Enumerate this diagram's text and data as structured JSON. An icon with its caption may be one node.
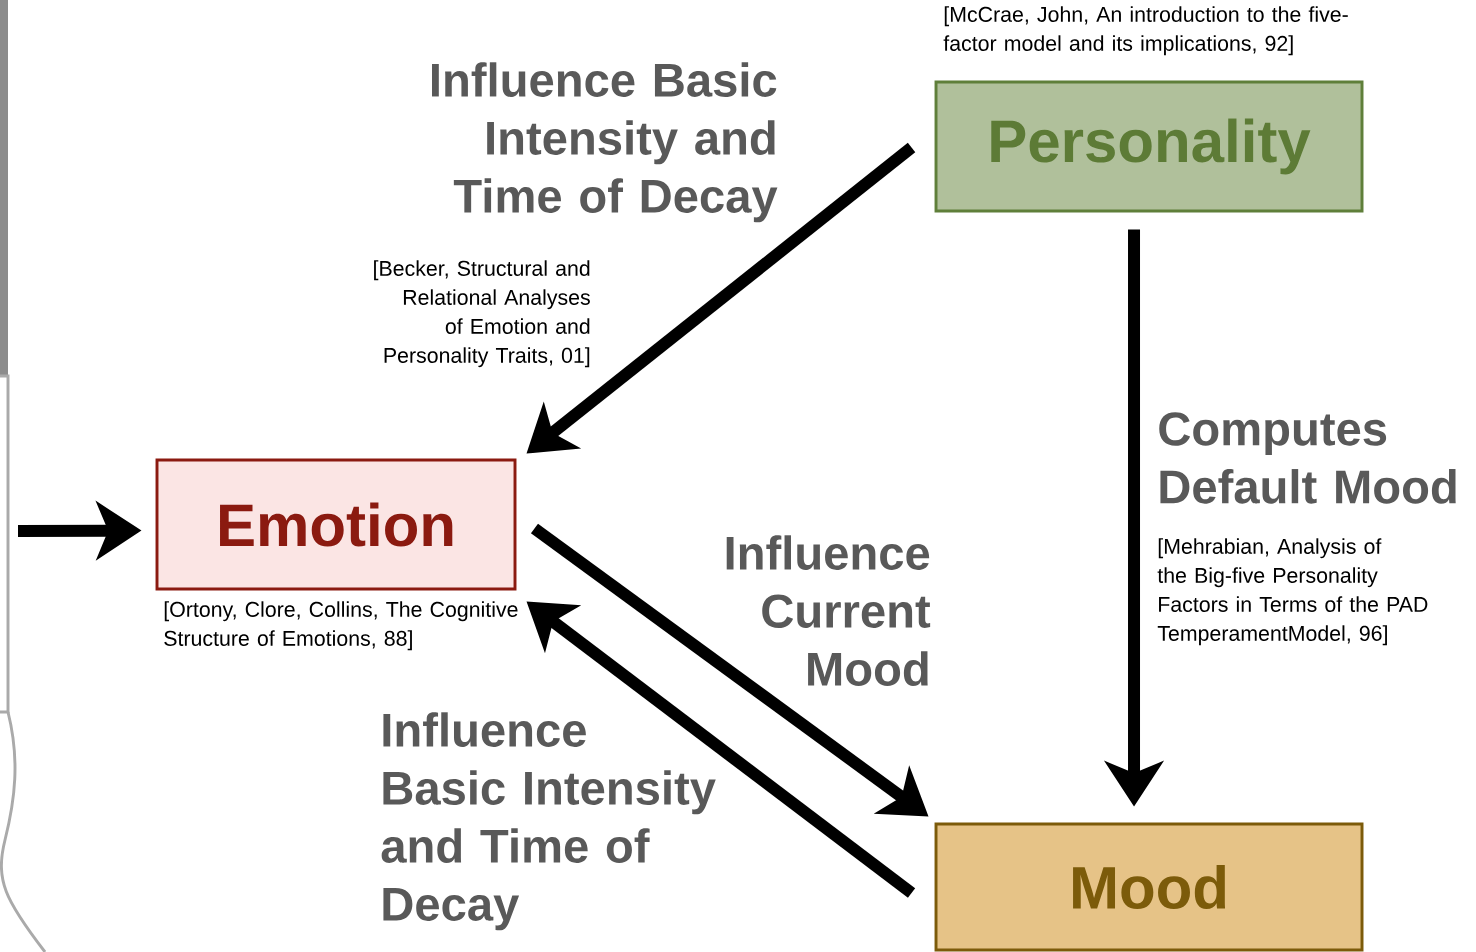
{
  "diagram": {
    "nodes": [
      {
        "text": [
          "Personality"
        ],
        "beside": [
          "[McCrae, John, An introduction to the five-factor model and its implications, 92]"
        ]
      },
      {
        "text": [
          "Emotion"
        ],
        "beside": [
          "[Ortony, Clore, Collins, The Cognitive Structure of Emotions, 88]"
        ]
      },
      {
        "text": [
          "Mood"
        ]
      }
    ],
    "edges": [
      {
        "from": null,
        "to": 1,
        "arrow": "to"
      },
      {
        "from": 0,
        "to": 1,
        "arrow": "to",
        "label": "Influence Basic Intensity and Time of Decay"
      },
      {
        "from": 1,
        "to": 2,
        "arrow": "to",
        "label": "Influence Current Mood"
      },
      {
        "from": 2,
        "to": 1,
        "arrow": "to",
        "label": "Influence Basic Intensity and Time of Decay"
      },
      {
        "from": 0,
        "to": 2,
        "arrow": "to",
        "label": "Computes Default Mood"
      }
    ],
    "labels": [
      "[Becker, Structural and Relational Analyses of Emotion and Personality Traits, 01]",
      "[Mehrabian, Analysis of the Big-five Personality Factors in Terms of the PAD TemperamentModel, 96]"
    ]
  }
}
